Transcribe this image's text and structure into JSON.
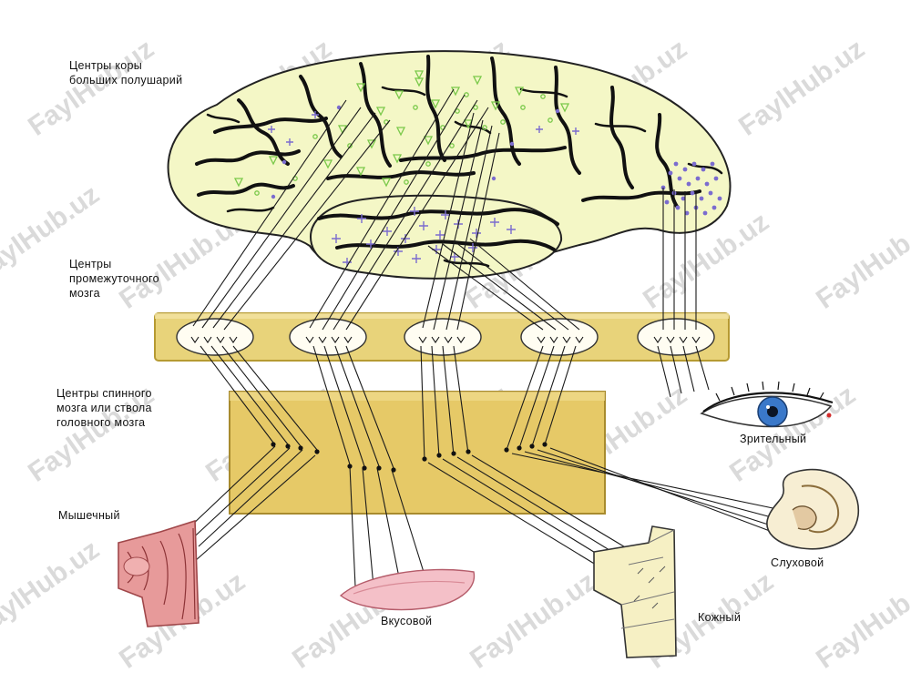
{
  "labels": {
    "cortex": [
      "Центры коры",
      "больших полушарий"
    ],
    "diencephalon": [
      "Центры",
      "промежуточного",
      "мозга"
    ],
    "spinal": [
      "Центры спинного",
      "мозга или ствола",
      "головного мозга"
    ],
    "muscular": "Мышечный",
    "taste": "Вкусовой",
    "skin": "Кожный",
    "hearing": "Слуховой",
    "visual": "Зрительный"
  },
  "watermark": "FaylHub.uz",
  "colors": {
    "brain_fill": "#f4f7c6",
    "band_fill": "#e8d37a",
    "band_stroke": "#b69a32",
    "spinal_fill": "#e6c967",
    "ear_fill": "#f7eed3",
    "tongue_fill": "#f4c0c8",
    "muscle_fill": "#e79a9a",
    "skin_fill": "#f6f0c4",
    "marker_green": "#7ac94a",
    "marker_purple": "#7b6ccf",
    "eye_iris": "#3a78c9"
  }
}
